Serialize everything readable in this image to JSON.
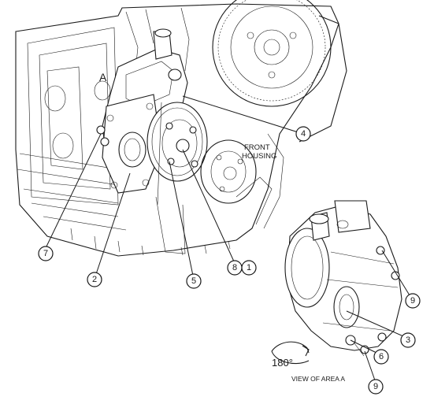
{
  "labels": {
    "view_letter": "A",
    "front_housing_line1": "FRONT",
    "front_housing_line2": "HOUSING",
    "rotation": "180°",
    "view_caption": "VIEW OF AREA A"
  },
  "callouts": [
    {
      "id": "c4",
      "text": "4"
    },
    {
      "id": "c7",
      "text": "7"
    },
    {
      "id": "c2",
      "text": "2"
    },
    {
      "id": "c5",
      "text": "5"
    },
    {
      "id": "c8",
      "text": "8"
    },
    {
      "id": "c1",
      "text": "1"
    },
    {
      "id": "c9a",
      "text": "9"
    },
    {
      "id": "c3",
      "text": "3"
    },
    {
      "id": "c6",
      "text": "6"
    },
    {
      "id": "c9b",
      "text": "9"
    }
  ]
}
